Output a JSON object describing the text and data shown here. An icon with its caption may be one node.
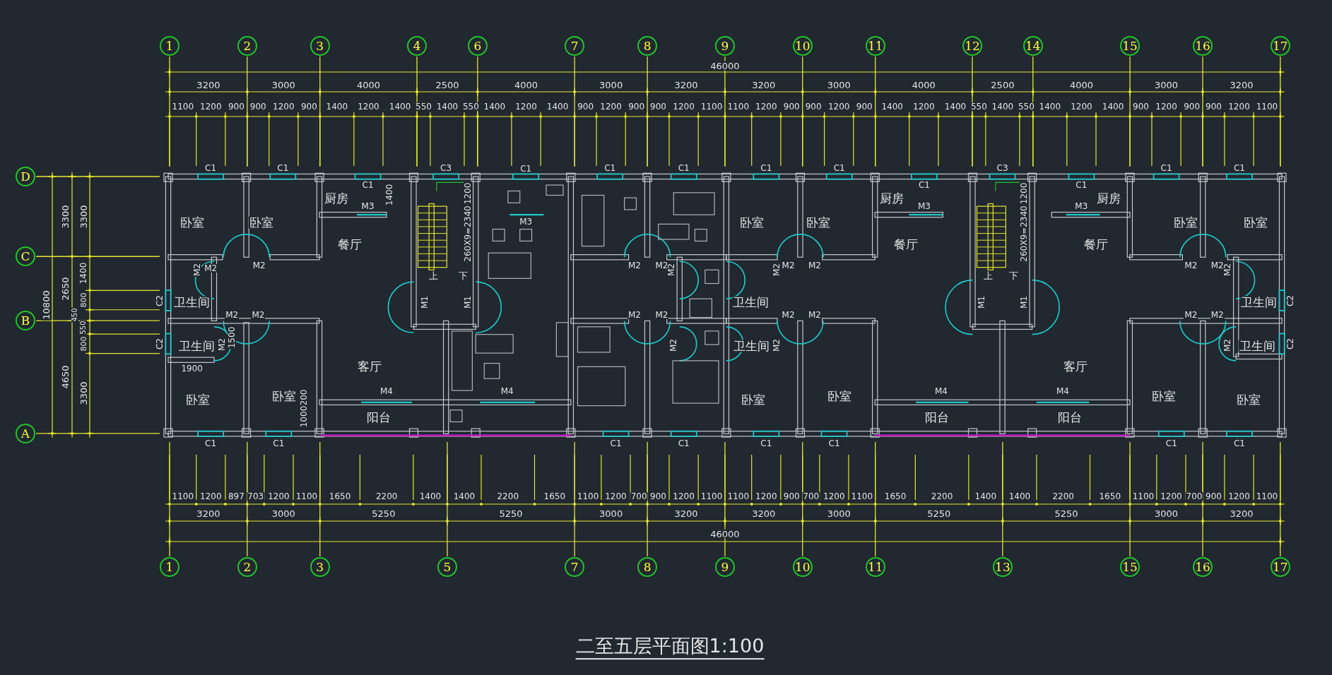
{
  "diagram": {
    "title": "二至五层平面图1:100",
    "nodes": [
      {
        "text": [
          "1"
        ]
      },
      {
        "text": [
          "2"
        ]
      },
      {
        "text": [
          "3"
        ]
      },
      {
        "text": [
          "4"
        ]
      },
      {
        "text": [
          "6"
        ]
      },
      {
        "text": [
          "7"
        ]
      },
      {
        "text": [
          "8"
        ]
      },
      {
        "text": [
          "9"
        ]
      },
      {
        "text": [
          "10"
        ]
      },
      {
        "text": [
          "11"
        ]
      },
      {
        "text": [
          "12"
        ]
      },
      {
        "text": [
          "14"
        ]
      },
      {
        "text": [
          "15"
        ]
      },
      {
        "text": [
          "16"
        ]
      },
      {
        "text": [
          "17"
        ]
      },
      {
        "text": [
          "D"
        ]
      },
      {
        "text": [
          "C"
        ]
      },
      {
        "text": [
          "B"
        ]
      },
      {
        "text": [
          "A"
        ]
      },
      {
        "text": [
          "1"
        ]
      },
      {
        "text": [
          "2"
        ]
      },
      {
        "text": [
          "3"
        ]
      },
      {
        "text": [
          "5"
        ]
      },
      {
        "text": [
          "7"
        ]
      },
      {
        "text": [
          "8"
        ]
      },
      {
        "text": [
          "9"
        ]
      },
      {
        "text": [
          "10"
        ]
      },
      {
        "text": [
          "11"
        ]
      },
      {
        "text": [
          "13"
        ]
      },
      {
        "text": [
          "15"
        ]
      },
      {
        "text": [
          "16"
        ]
      },
      {
        "text": [
          "17"
        ]
      }
    ],
    "labels": [
      "46000",
      "3200",
      "3000",
      "4000",
      "2500",
      "4000",
      "3000",
      "3200",
      "3200",
      "3000",
      "4000",
      "2500",
      "4000",
      "3000",
      "3200",
      "1100",
      "1200",
      "900",
      "900",
      "1200",
      "900",
      "1400",
      "1200",
      "1400",
      "550",
      "1400",
      "550",
      "1400",
      "1200",
      "1400",
      "900",
      "1200",
      "900",
      "900",
      "1200",
      "1100",
      "1100",
      "1200",
      "900",
      "900",
      "1200",
      "900",
      "1400",
      "1200",
      "1400",
      "550",
      "1400",
      "550",
      "1400",
      "1200",
      "1400",
      "900",
      "1200",
      "900",
      "900",
      "1200",
      "1100",
      "C1",
      "C1",
      "C1",
      "C3",
      "C1",
      "C1",
      "C1",
      "C1",
      "C1",
      "C1",
      "C3",
      "C1",
      "C1",
      "C1",
      "10800",
      "3300",
      "2650",
      "4650",
      "3300",
      "1400",
      "800",
      "450",
      "550",
      "800",
      "3300",
      "厨房",
      "M3",
      "1400",
      "1200",
      "M3",
      "厨房",
      "M3",
      "1200",
      "M3",
      "厨房",
      "卧室",
      "卧室",
      "卧室",
      "卧室",
      "卧室",
      "卧室",
      "260X9=2340",
      "260X9=2340",
      "餐厅",
      "餐厅",
      "餐厅",
      "M2",
      "M2",
      "M2",
      "M2",
      "M2",
      "M2",
      "M2",
      "M2",
      "M2",
      "M2",
      "M2",
      "M2",
      "上",
      "下",
      "上",
      "下",
      "C2",
      "卫生间",
      "M1",
      "M1",
      "卫生间",
      "M1",
      "M1",
      "卫生间",
      "C2",
      "M2",
      "M2",
      "M2",
      "M2",
      "M2",
      "M2",
      "M2",
      "M2",
      "1500",
      "C2",
      "卫生间",
      "M2",
      "M2",
      "卫生间",
      "M2",
      "M2",
      "卫生间",
      "C2",
      "1900",
      "客厅",
      "客厅",
      "M4",
      "M4",
      "M4",
      "M4",
      "卧室",
      "卧室",
      "200",
      "卧室",
      "卧室",
      "卧室",
      "卧室",
      "1000",
      "阳台",
      "阳台",
      "阳台",
      "C1",
      "C1",
      "C1",
      "C1",
      "C1",
      "C1",
      "C1",
      "C1",
      "1100",
      "1200",
      "897",
      "703",
      "1200",
      "1100",
      "1650",
      "2200",
      "1400",
      "1400",
      "2200",
      "1650",
      "1100",
      "1200",
      "700",
      "900",
      "1200",
      "1100",
      "1100",
      "1200",
      "900",
      "700",
      "1200",
      "1100",
      "1650",
      "2200",
      "1400",
      "1400",
      "2200",
      "1650",
      "1100",
      "1200",
      "700",
      "900",
      "1200",
      "1100",
      "3200",
      "3000",
      "5250",
      "5250",
      "3000",
      "3200",
      "3200",
      "3000",
      "5250",
      "5250",
      "3000",
      "3200",
      "46000"
    ]
  }
}
